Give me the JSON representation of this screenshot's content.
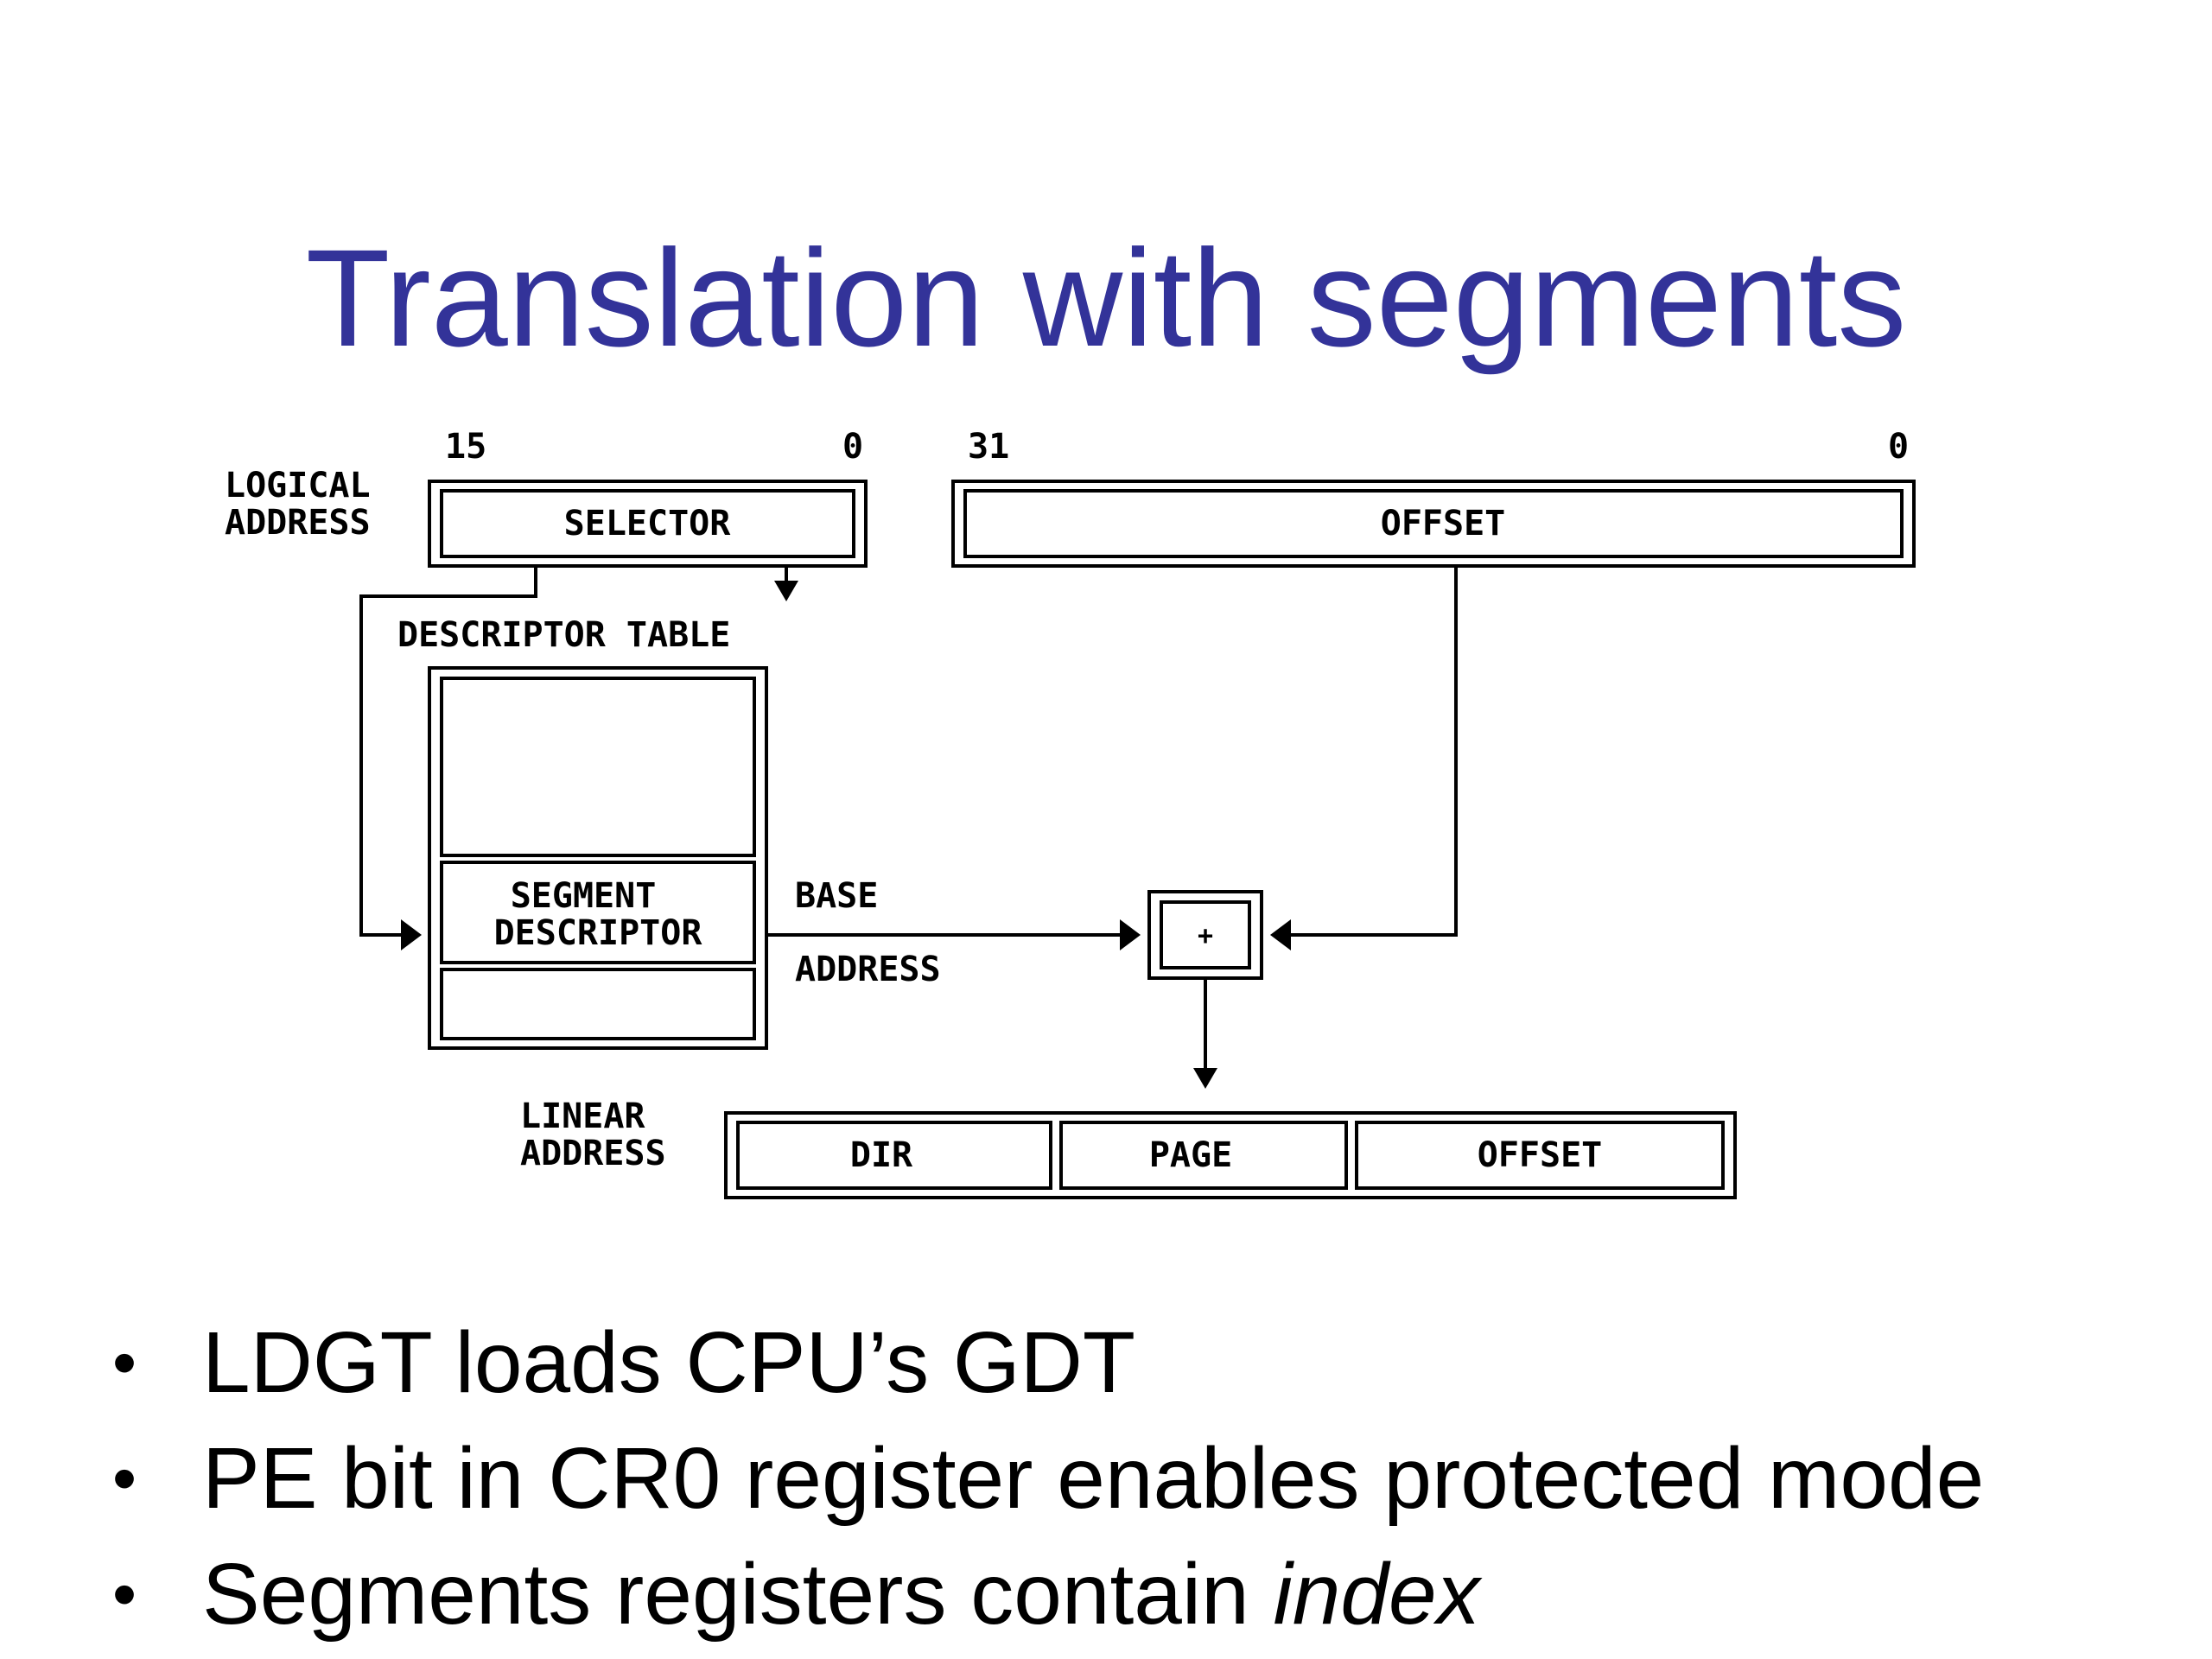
{
  "slide": {
    "title": "Translation with segments"
  },
  "diagram": {
    "logical_address_label": [
      "LOGICAL",
      "ADDRESS"
    ],
    "selector_bit_high": "15",
    "selector_bit_low": "0",
    "offset_bit_high": "31",
    "offset_bit_low": "0",
    "selector_label": "SELECTOR",
    "offset_label": "OFFSET",
    "descriptor_table_label": "DESCRIPTOR TABLE",
    "segment_descriptor_label": [
      "SEGMENT",
      "DESCRIPTOR"
    ],
    "base_label": "BASE",
    "address_label": "ADDRESS",
    "adder_label": "+",
    "linear_address_label": [
      "LINEAR",
      "ADDRESS"
    ],
    "linear_fields": [
      "DIR",
      "PAGE",
      "OFFSET"
    ]
  },
  "bullets": [
    {
      "text": "LDGT loads CPU’s GDT"
    },
    {
      "text": "PE bit in CR0 register enables protected mode"
    },
    {
      "text": "Segments registers contain ",
      "emphasis": "index"
    }
  ]
}
